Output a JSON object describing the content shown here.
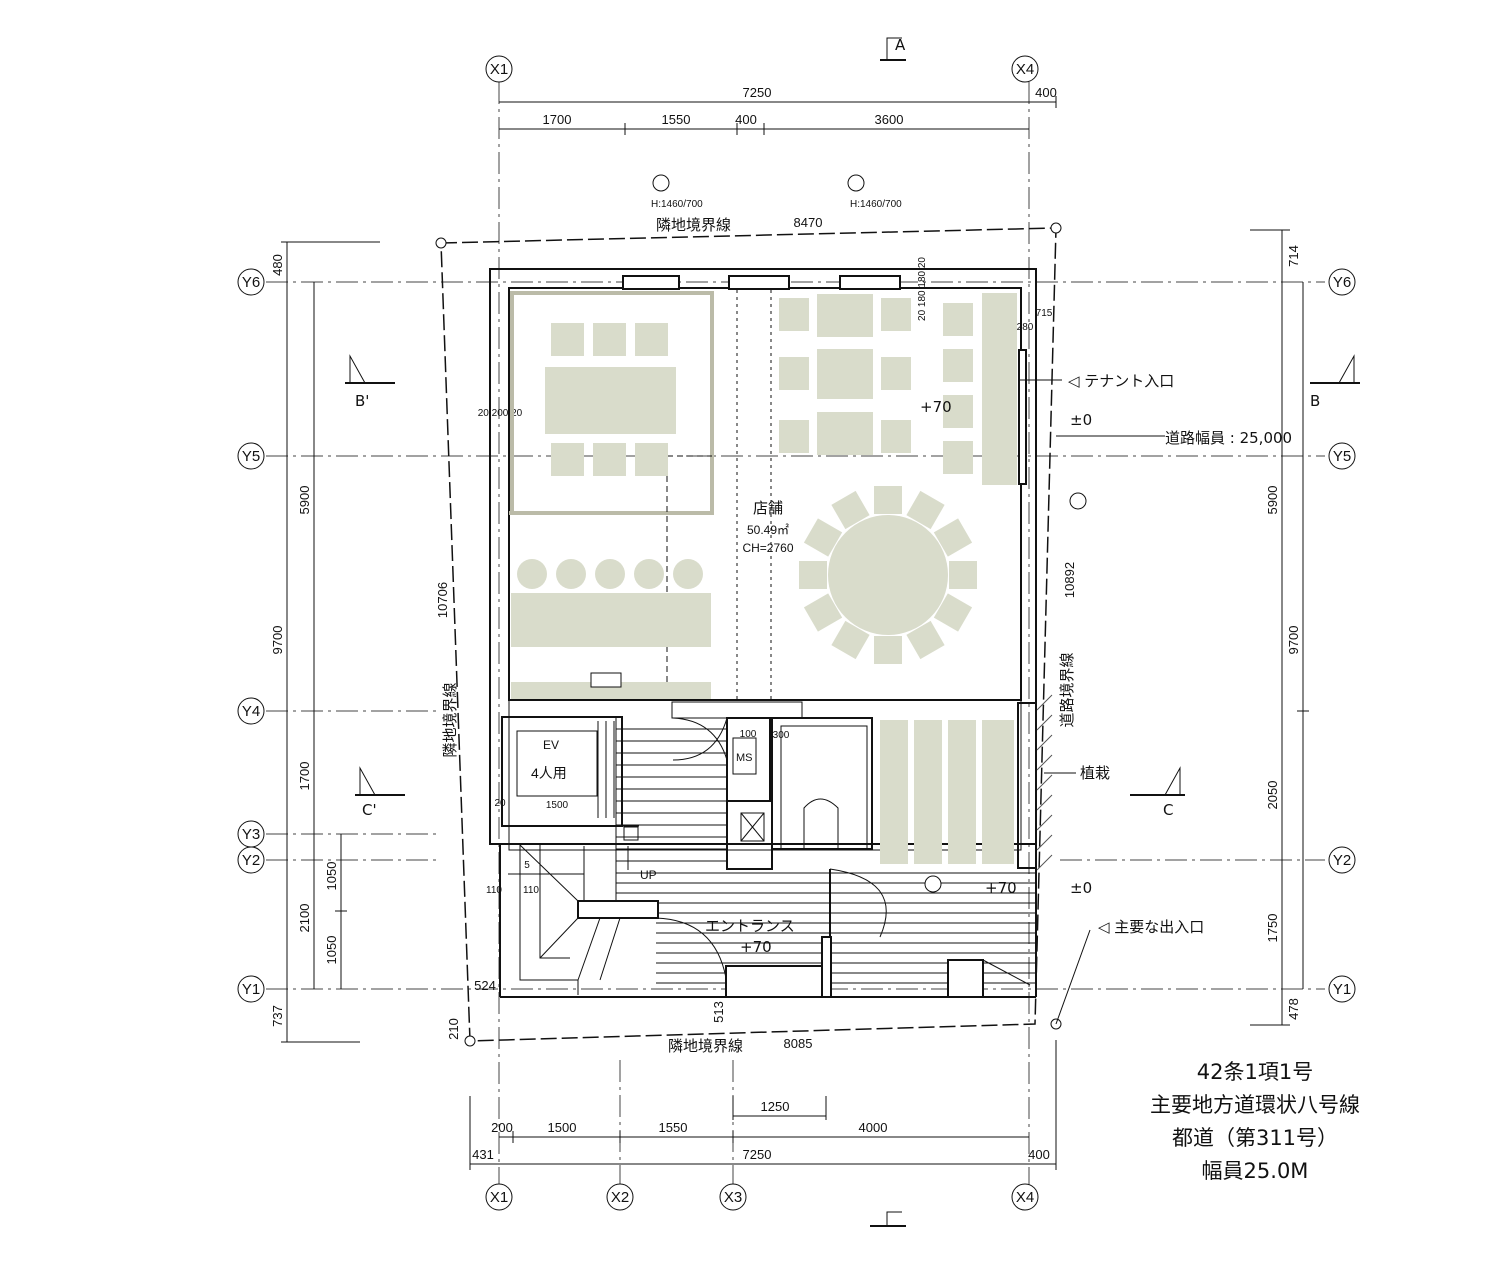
{
  "grid_x": [
    {
      "id": "X1",
      "label": "X1"
    },
    {
      "id": "X2",
      "label": "X2"
    },
    {
      "id": "X3",
      "label": "X3"
    },
    {
      "id": "X4",
      "label": "X4"
    }
  ],
  "grid_y": [
    {
      "id": "Y1",
      "label": "Y1"
    },
    {
      "id": "Y2",
      "label": "Y2"
    },
    {
      "id": "Y3",
      "label": "Y3"
    },
    {
      "id": "Y4",
      "label": "Y4"
    },
    {
      "id": "Y5",
      "label": "Y5"
    },
    {
      "id": "Y6",
      "label": "Y6"
    }
  ],
  "dimensions": {
    "top_overall": "7250",
    "top_right_offset": "400",
    "top_segments": [
      "1700",
      "1550",
      "400",
      "3600"
    ],
    "bottom_segments": [
      "200",
      "1500",
      "1550",
      "4000"
    ],
    "bottom_extra": "1250",
    "bottom_overall": "7250",
    "bottom_left_offset": "431",
    "bottom_right_offset": "400",
    "left_top_offset": "480",
    "left_5900": "5900",
    "left_9700": "9700",
    "left_1700": "1700",
    "left_2100": "2100",
    "left_1050_a": "1050",
    "left_1050_b": "1050",
    "left_bottom_offset": "737",
    "right_top_offset": "714",
    "right_5900": "5900",
    "right_9700": "9700",
    "right_2050": "2050",
    "right_1750": "1750",
    "right_bottom_offset": "478",
    "site_top": "8470",
    "site_bottom": "8085",
    "site_left": "10706",
    "site_right": "10892",
    "corner_524": "524",
    "corner_210": "210",
    "corner_513": "513",
    "ev_1500": "1500",
    "ev_20": "20",
    "ev_110a": "110",
    "ev_110b": "110",
    "ev_5": "5",
    "small_100": "100",
    "small_300": "300",
    "wall_note": "20 200 20",
    "wall_note_top": "20 180 180 20",
    "wall_note_right": "715",
    "wall_note_280": "280"
  },
  "labels": {
    "boundary_north": "隣地境界線",
    "boundary_south": "隣地境界線",
    "boundary_west": "隣地境界線",
    "road_boundary": "道路境界線",
    "tenant_entrance": "◁ テナント入口",
    "main_entrance": "◁ 主要な出入口",
    "road_width": "道路幅員 : 25,000",
    "level_plus70_a": "+70",
    "level_plus70_b": "+70",
    "level_plus70_c": "+70",
    "level_zero_a": "±0",
    "level_zero_b": "±0",
    "shop_name": "店舗",
    "shop_area": "50.49㎡",
    "shop_ch": "CH=2760",
    "ev_label": "EV",
    "ev_capacity": "4人用",
    "ms_label": "MS",
    "up_label": "UP",
    "entrance_hall": "エントランス",
    "planting": "植栽",
    "fence_spec_a": "H:1460/700",
    "fence_spec_b": "H:1460/700",
    "section_a": "A",
    "section_b": "B",
    "section_b_prime": "B'",
    "section_c": "C",
    "section_c_prime": "C'"
  },
  "road_note": {
    "line1": "42条1項1号",
    "line2": "主要地方道環状八号線",
    "line3": "都道（第311号）",
    "line4": "幅員25.0M"
  },
  "colors": {
    "furniture": "#d9dccb",
    "line": "#111111"
  }
}
